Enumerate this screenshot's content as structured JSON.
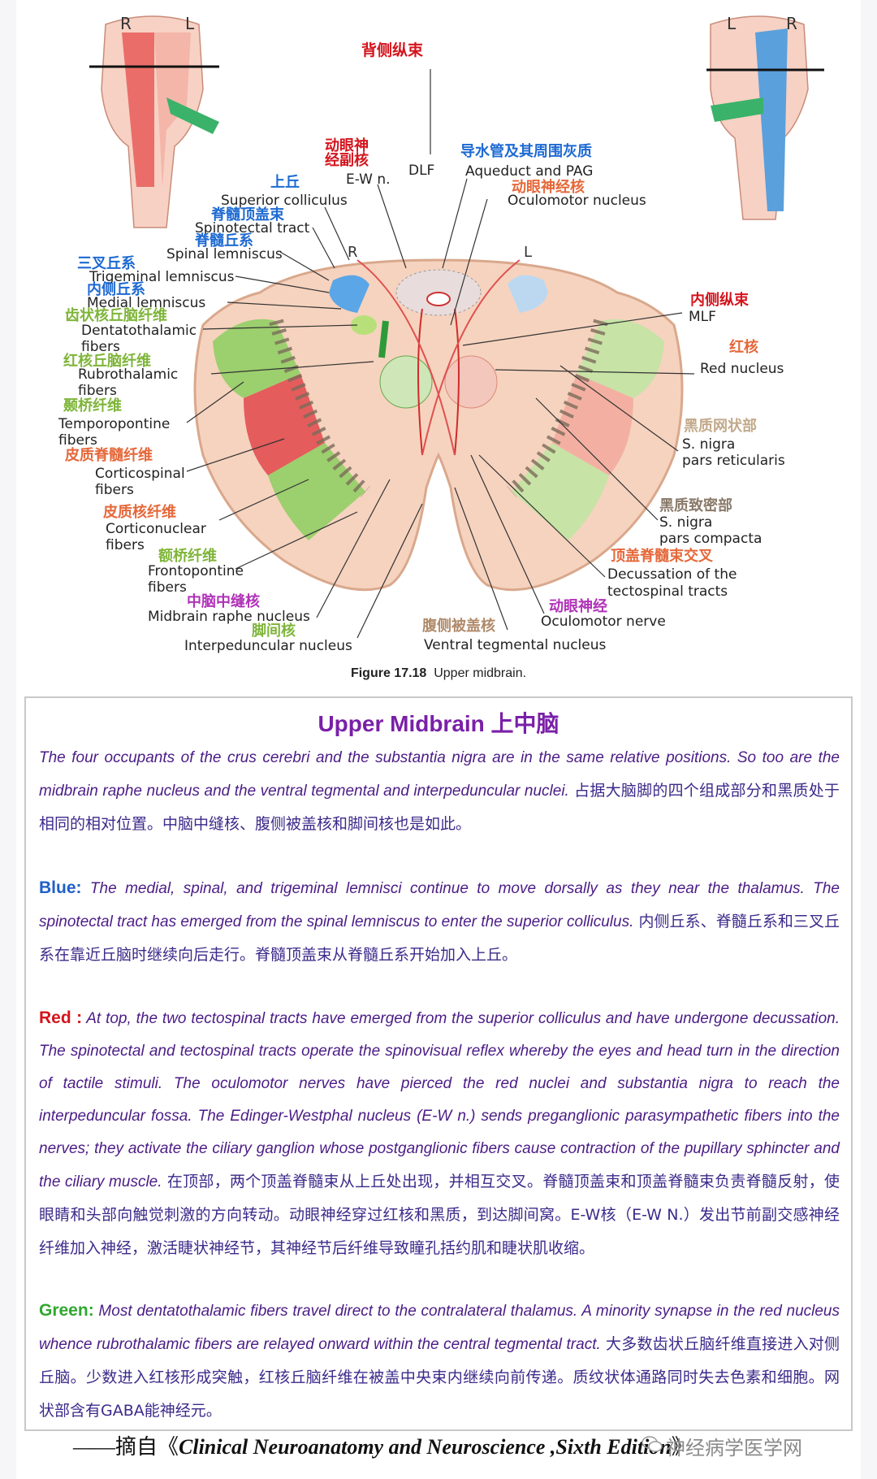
{
  "figure": {
    "left_key": {
      "r": "R",
      "l": "L"
    },
    "right_key": {
      "l": "L",
      "r": "R"
    },
    "section_side": {
      "r": "R",
      "l": "L"
    },
    "labels": {
      "dorsal_longitudinal_cn": "背侧纵束",
      "dlf": "DLF",
      "ew_cn_1": "动眼神",
      "ew_cn_2": "经副核",
      "ew": "E-W n.",
      "aqueduct_cn": "导水管及其周围灰质",
      "aqueduct": "Aqueduct and PAG",
      "oculomotor_nucleus_cn": "动眼神经核",
      "oculomotor_nucleus": "Oculomotor nucleus",
      "sup_colliculus_cn": "上丘",
      "sup_colliculus": "Superior colliculus",
      "spinotectal_cn": "脊髓顶盖束",
      "spinotectal": "Spinotectal tract",
      "spinal_lemniscus_cn": "脊髓丘系",
      "spinal_lemniscus": "Spinal lemniscus",
      "trigeminal_cn": "三叉丘系",
      "trigeminal": "Trigeminal lemniscus",
      "medial_lemniscus_cn": "内侧丘系",
      "medial_lemniscus": "Medial lemniscus",
      "dentatothalamic_cn": "齿状核丘脑纤维",
      "dentatothalamic_1": "Dentatothalamic",
      "dentatothalamic_2": "fibers",
      "rubrothalamic_cn": "红核丘脑纤维",
      "rubrothalamic_1": "Rubrothalamic",
      "rubrothalamic_2": "fibers",
      "temporopontine_cn": "颞桥纤维",
      "temporopontine_1": "Temporopontine",
      "temporopontine_2": "fibers",
      "corticospinal_cn": "皮质脊髓纤维",
      "corticospinal_1": "Corticospinal",
      "corticospinal_2": "fibers",
      "corticonuclear_cn": "皮质核纤维",
      "corticonuclear_1": "Corticonuclear",
      "corticonuclear_2": "fibers",
      "frontopontine_cn": "额桥纤维",
      "frontopontine_1": "Frontopontine",
      "frontopontine_2": "fibers",
      "raphe_cn": "中脑中缝核",
      "raphe": "Midbrain raphe nucleus",
      "interpeduncular_cn": "脚间核",
      "interpeduncular": "Interpeduncular nucleus",
      "mlf_cn": "内侧纵束",
      "mlf": "MLF",
      "red_nucleus_cn": "红核",
      "red_nucleus": "Red nucleus",
      "snr_cn": "黑质网状部",
      "snr_1": "S. nigra",
      "snr_2": "pars reticularis",
      "snc_cn": "黑质致密部",
      "snc_1": "S. nigra",
      "snc_2": "pars compacta",
      "decussation_cn": "顶盖脊髓束交叉",
      "decussation_1": "Decussation of the",
      "decussation_2": "tectospinal tracts",
      "oculomotor_nerve_cn": "动眼神经",
      "oculomotor_nerve": "Oculomotor nerve",
      "vta_cn": "腹侧被盖核",
      "vta": "Ventral tegmental nucleus"
    },
    "caption_num": "Figure 17.18",
    "caption_text": "Upper midbrain."
  },
  "box": {
    "title": "Upper Midbrain 上中脑",
    "p1_en": "The four occupants of the crus cerebri and the substantia nigra are in the same relative positions. So too are the midbrain raphe nucleus and the ventral tegmental and interpeduncular nuclei.",
    "p1_cn": " 占据大脑脚的四个组成部分和黑质处于相同的相对位置。中脑中缝核、腹侧被盖核和脚间核也是如此。",
    "blue_tag": "Blue:",
    "blue_en": " The medial, spinal, and trigeminal lemnisci continue to move dorsally as they near the thalamus. The spinotectal tract has emerged from the spinal lemniscus to enter the superior colliculus.",
    "blue_cn": "  内侧丘系、脊髓丘系和三叉丘系在靠近丘脑时继续向后走行。脊髓顶盖束从脊髓丘系开始加入上丘。",
    "red_tag": "Red :",
    "red_en": " At top, the two tectospinal tracts have emerged from the superior colliculus and have undergone decussation. The spinotectal and tectospinal tracts operate the spinovisual reflex whereby the eyes and head turn in the direction of tactile stimuli. The oculomotor nerves have pierced the red nuclei and substantia nigra to reach the interpeduncular fossa. The Edinger-Westphal nucleus (E-W n.) sends preganglionic parasympathetic fibers into the nerves; they activate the ciliary ganglion whose postganglionic fibers cause contraction of the pupillary sphincter and the ciliary muscle.",
    "red_cn": " 在顶部，两个顶盖脊髓束从上丘处出现，并相互交叉。脊髓顶盖束和顶盖脊髓束负责脊髓反射，使眼睛和头部向触觉刺激的方向转动。动眼神经穿过红核和黑质，到达脚间窝。E-W核（E-W N.）发出节前副交感神经纤维加入神经，激活睫状神经节，其神经节后纤维导致瞳孔括约肌和睫状肌收缩。",
    "green_tag": "Green:",
    "green_en": " Most dentatothalamic fibers travel direct to the contralateral thalamus. A minority synapse in the red nucleus whence rubrothalamic fibers are relayed onward within the central tegmental tract.",
    "green_cn": " 大多数齿状丘脑纤维直接进入对侧丘脑。少数进入红核形成突触，红核丘脑纤维在被盖中央束内继续向前传递。质纹状体通路同时失去色素和细胞。网状部含有GABA能神经元。"
  },
  "footer": {
    "prefix": "——摘自《",
    "book": "Clinical Neuroanatomy and Neuroscience ,Sixth Edition",
    "suffix": "》"
  },
  "watermark": "神经病学医学网",
  "colors": {
    "title_purple": "#7a20a8",
    "blue_tag": "#1f5fc8",
    "red_tag": "#d4141c",
    "green_tag": "#2ea82e",
    "label_red": "#d4141c",
    "label_blue": "#1e6ad2",
    "label_green": "#7fb53a",
    "label_orange": "#e5683a",
    "label_gray": "#8a7a6a"
  }
}
